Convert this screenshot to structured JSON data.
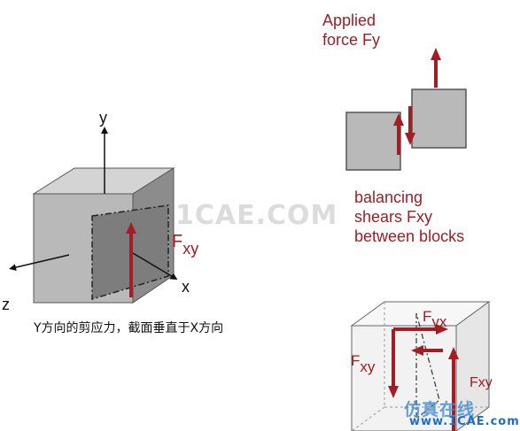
{
  "colors": {
    "accent_red": "#a01e24",
    "cube_front": "#b9b9b9",
    "cube_top": "#d4d4d4",
    "cube_side": "#8c8c8c",
    "shadow_face": "#7d7d7d",
    "watermark": "#d9d9d9",
    "brand_blue": "#1f6fbf"
  },
  "applied_force": {
    "line1": "Applied",
    "line2": "force Fy"
  },
  "balancing": {
    "line1": "balancing",
    "line2": "shears Fxy",
    "line3": "between blocks"
  },
  "axes": {
    "y": "y",
    "x": "x",
    "z": "z"
  },
  "force_label": {
    "main": "F",
    "sub": "xy"
  },
  "caption": "Y方向的剪应力，截面垂直于X方向",
  "outline_cube": {
    "fyx_main": "F",
    "fyx_sub": "yx",
    "fxy_left_main": "F",
    "fxy_left_sub": "xy",
    "fxy_right": "Fxy"
  },
  "watermarks": {
    "center": "1CAE.COM",
    "brand_cn": "仿真在线",
    "brand_url": "www.1CAE.com"
  }
}
